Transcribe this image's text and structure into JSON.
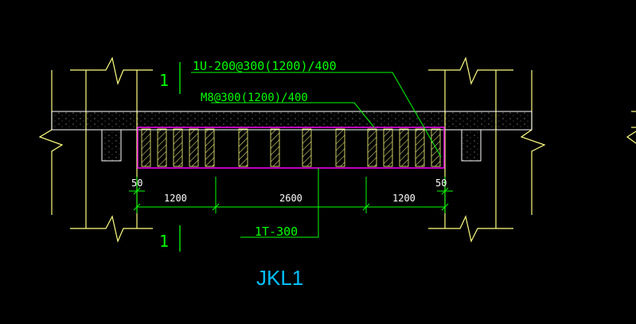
{
  "drawing": {
    "title": "JKL1",
    "annotations": {
      "stirrup_spec": "1U-200@300(1200)/400",
      "bar_spec": "M8@300(1200)/400",
      "bottom_spec": "1T-300",
      "section_mark": "1"
    },
    "dimensions": {
      "edge_left": "50",
      "edge_right": "50",
      "seg_left": "1200",
      "seg_mid": "2600",
      "seg_right": "1200"
    },
    "colors": {
      "background": "#000000",
      "structure": "#ffff80",
      "concrete_edge": "#ffffff",
      "annotation": "#00ff00",
      "rebar": "#ff00ff",
      "title": "#00bfff",
      "hatch": "#ffff80"
    }
  }
}
